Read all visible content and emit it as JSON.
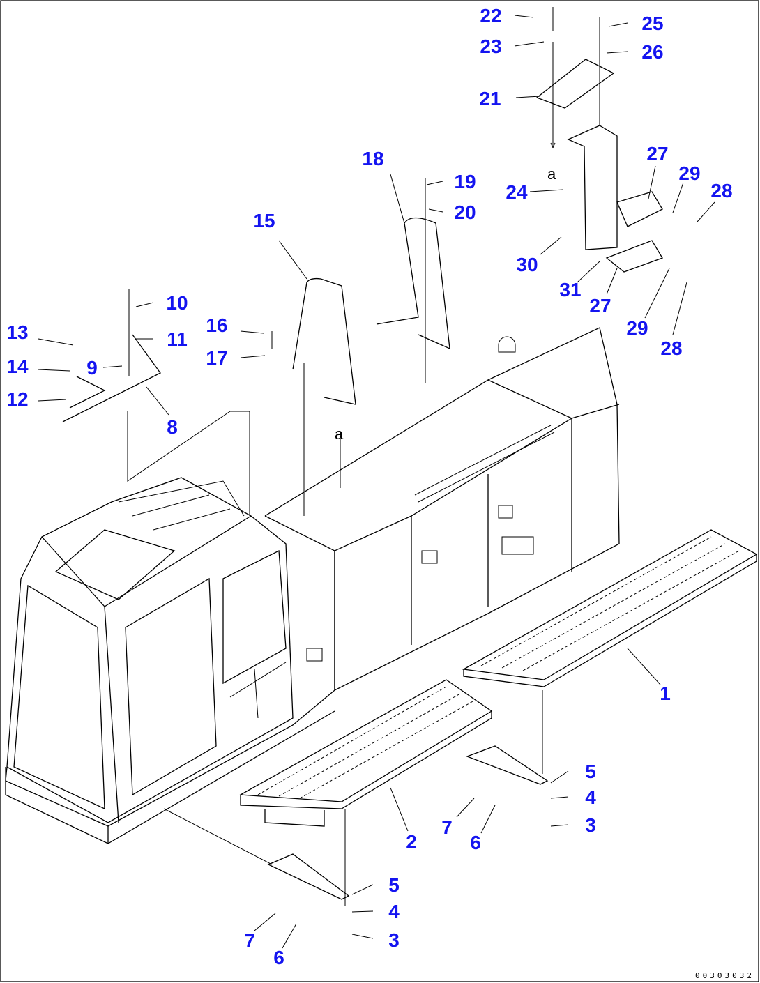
{
  "diagram": {
    "title": "Parts diagram - cab, covers, handrails and steps",
    "callouts": [
      "22",
      "23",
      "21",
      "25",
      "26",
      "18",
      "19",
      "20",
      "27",
      "29",
      "28",
      "24",
      "30",
      "31",
      "27",
      "29",
      "28",
      "15",
      "10",
      "11",
      "16",
      "17",
      "13",
      "14",
      "9",
      "12",
      "8",
      "1",
      "5",
      "4",
      "3",
      "7",
      "6",
      "2",
      "5",
      "4",
      "3",
      "7",
      "6"
    ],
    "reference_mark": "a",
    "drawing_code": "00303032",
    "callout_color": "#1414f0"
  }
}
